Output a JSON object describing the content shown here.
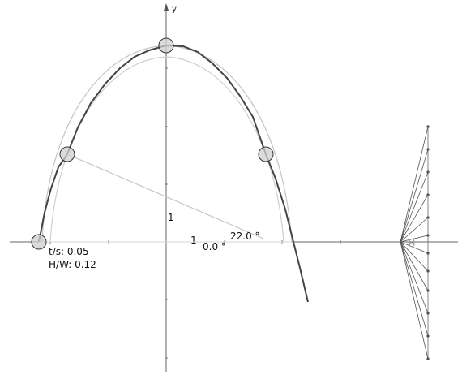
{
  "axes": {
    "y_label": "y",
    "x_unit_label": "1",
    "y_unit_label": "1"
  },
  "readouts": {
    "ts": "t/s: 0.05",
    "hw": "H/W: 0.12"
  },
  "angles": {
    "left_angle": "0.0 °",
    "right_angle": "22.0 °"
  },
  "tick_label_faint": "H",
  "colors": {
    "axis": "#555555",
    "curve_main": "#444444",
    "curve_guide": "#bdbdbd",
    "handle_fill": "#c8c8c8",
    "handle_stroke": "#333333",
    "fan": "#555555"
  }
}
